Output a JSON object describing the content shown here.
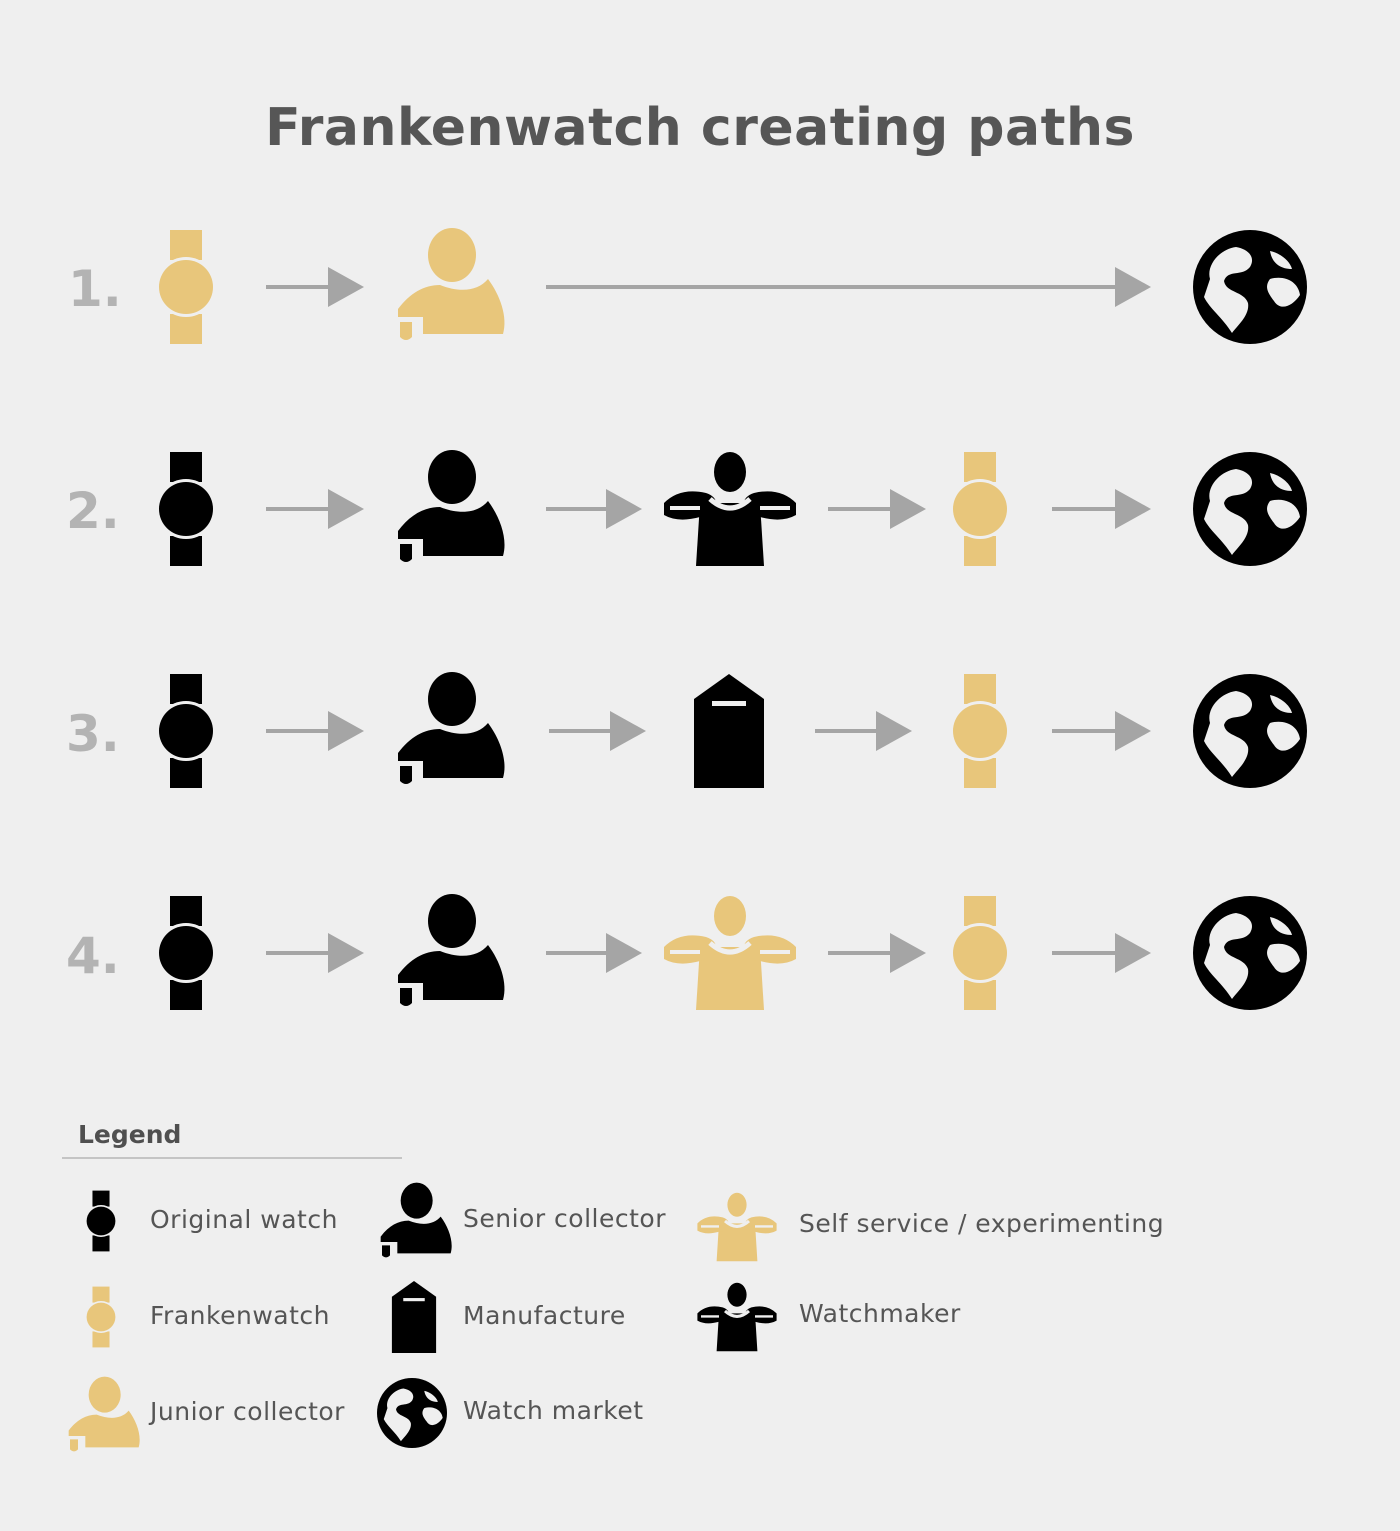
{
  "title": "Frankenwatch creating paths",
  "colors": {
    "black": "#000000",
    "gold": "#e8c67b",
    "arrow": "#a5a5a5",
    "number": "#b3b3b3",
    "text": "#555555"
  },
  "paths": [
    {
      "number": "1.",
      "steps": [
        "frankenwatch-icon",
        "junior-collector-icon",
        "watch-market-icon"
      ]
    },
    {
      "number": "2.",
      "steps": [
        "original-watch-icon",
        "senior-collector-icon",
        "watchmaker-icon",
        "frankenwatch-icon",
        "watch-market-icon"
      ]
    },
    {
      "number": "3.",
      "steps": [
        "original-watch-icon",
        "senior-collector-icon",
        "manufacture-icon",
        "frankenwatch-icon",
        "watch-market-icon"
      ]
    },
    {
      "number": "4.",
      "steps": [
        "original-watch-icon",
        "senior-collector-icon",
        "self-service-icon",
        "frankenwatch-icon",
        "watch-market-icon"
      ]
    }
  ],
  "legend": {
    "title": "Legend",
    "items": [
      {
        "label": "Original watch",
        "icon": "original-watch-icon"
      },
      {
        "label": "Frankenwatch",
        "icon": "frankenwatch-icon"
      },
      {
        "label": "Junior collector",
        "icon": "junior-collector-icon"
      },
      {
        "label": "Senior collector",
        "icon": "senior-collector-icon"
      },
      {
        "label": "Manufacture",
        "icon": "manufacture-icon"
      },
      {
        "label": "Watch market",
        "icon": "watch-market-icon"
      },
      {
        "label": "Self service / experimenting",
        "icon": "self-service-icon"
      },
      {
        "label": "Watchmaker",
        "icon": "watchmaker-icon"
      }
    ]
  }
}
